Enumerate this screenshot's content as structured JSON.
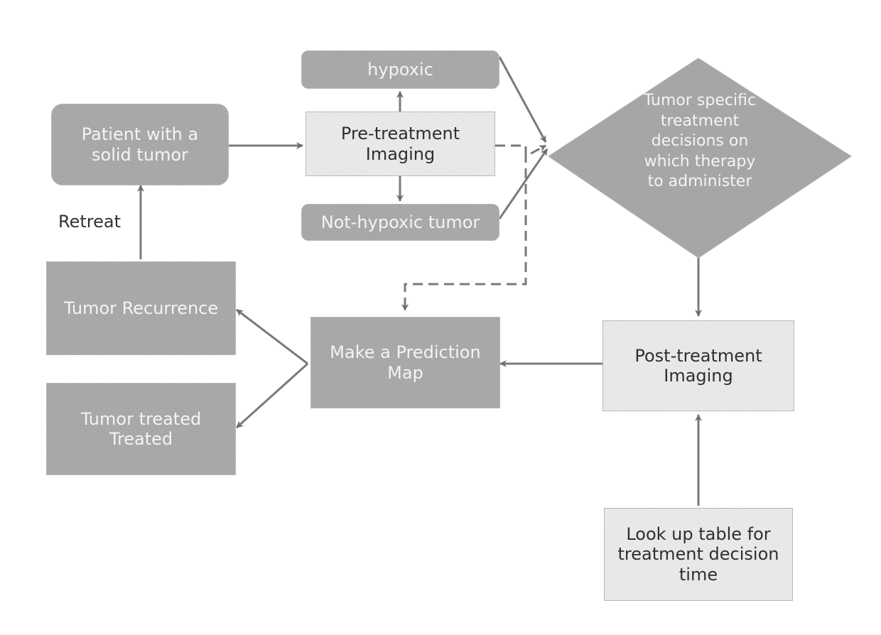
{
  "nodes": {
    "patient": {
      "lines": [
        "Patient with a",
        "solid tumor"
      ]
    },
    "pre_imaging": {
      "lines": [
        "Pre-treatment",
        "Imaging"
      ]
    },
    "hypoxic": {
      "lines": [
        "hypoxic"
      ]
    },
    "not_hypoxic": {
      "lines": [
        "Not-hypoxic tumor"
      ]
    },
    "decision": {
      "lines": [
        "Tumor specific",
        "treatment",
        "decisions on",
        "which therapy",
        "to administer"
      ]
    },
    "post_imaging": {
      "lines": [
        "Post-treatment",
        "Imaging"
      ]
    },
    "lookup": {
      "lines": [
        "Look up table for",
        "treatment decision",
        "time"
      ]
    },
    "prediction": {
      "lines": [
        "Make a Prediction",
        "Map"
      ]
    },
    "recurrence": {
      "lines": [
        "Tumor Recurrence"
      ]
    },
    "treated": {
      "lines": [
        "Tumor treated",
        "Treated"
      ]
    }
  },
  "labels": {
    "retreat": "Retreat"
  }
}
